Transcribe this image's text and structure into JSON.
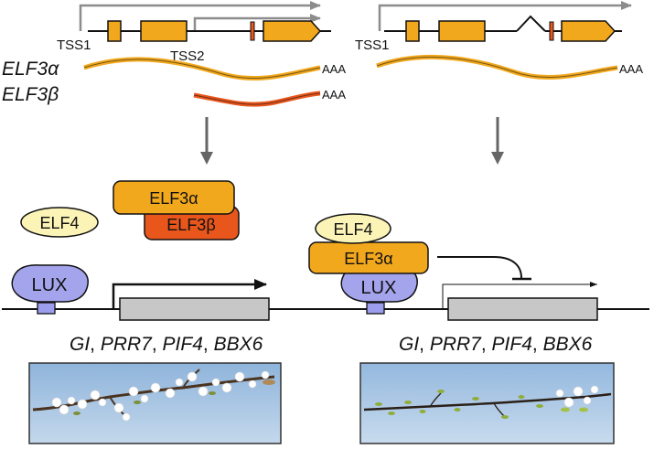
{
  "left": {
    "tss1": "TSS1",
    "tss2": "TSS2",
    "transcript_alpha_label": "ELF3α",
    "transcript_beta_label": "ELF3β",
    "polya_alpha": "AAA",
    "polya_beta": "AAA",
    "elf4": "ELF4",
    "elf3a": "ELF3α",
    "elf3b": "ELF3β",
    "lux": "LUX",
    "genes": {
      "g1": "GI",
      "sep1": ", ",
      "g2": "PRR7",
      "sep2": ", ",
      "g3": "PIF4",
      "sep3": ", ",
      "g4": "BBX6"
    }
  },
  "right": {
    "tss1": "TSS1",
    "polya_alpha": "AAA",
    "elf4": "ELF4",
    "elf3a": "ELF3α",
    "lux": "LUX",
    "genes": {
      "g1": "GI",
      "sep1": ", ",
      "g2": "PRR7",
      "sep2": ", ",
      "g3": "PIF4",
      "sep3": ", ",
      "g4": "BBX6"
    }
  },
  "colors": {
    "exon": "#f2a81d",
    "elf3b": "#e8561c",
    "elf4": "#fbf4b6",
    "lux": "#a4a4ec",
    "promoter_box": "#c7c7c7",
    "arrow_gray": "#8c8c8c",
    "sky": "#a6c4e2"
  }
}
